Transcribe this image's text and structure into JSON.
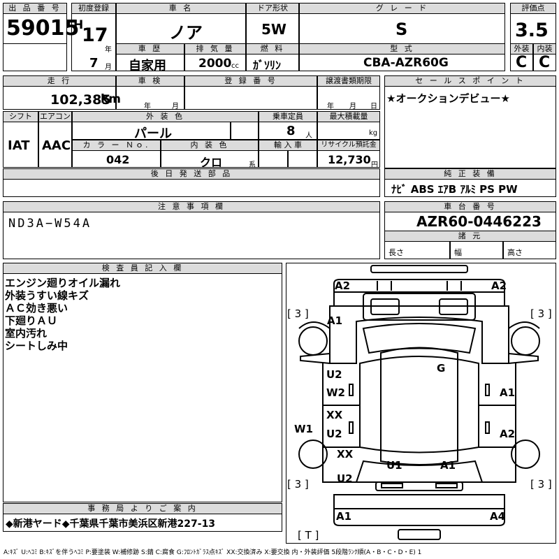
{
  "headers": {
    "lot_no": "出 品 番 号",
    "first_reg": "初度登録",
    "car_name": "車 名",
    "door": "ドア形状",
    "grade": "グ レ ー ド",
    "score": "評価点",
    "history": "車 歴",
    "displacement": "排 気 量",
    "fuel": "燃 料",
    "model": "型 式",
    "exterior": "外装",
    "interior": "内装",
    "mileage": "走 行",
    "inspection": "車 検",
    "reg_no": "登 録 番 号",
    "transfer_deadline": "譲渡書類期限",
    "shift": "シフト",
    "aircon": "エアコン",
    "ext_color": "外 装 色",
    "capacity": "乗車定員",
    "max_load": "最大積載量",
    "color_no": "カ ラ ー Ｎｏ.",
    "int_color": "内 装 色",
    "import": "輸 入 車",
    "recycle": "リサイクル預託金",
    "later_parts": "後 日 発 送 部 品",
    "sales_point": "セ ー ル ス ポ イ ン ト",
    "genuine_equipment": "純 正 装 備",
    "caution": "注 意 事 項 欄",
    "chassis_no": "車 台 番 号",
    "specs": "諸 元",
    "inspector_notes": "検 査 員 記 入 欄",
    "office_guide": "事 務 局 よ り ご 案 内"
  },
  "vehicle": {
    "lot_no": "59015",
    "era": "H",
    "year": "17",
    "year_unit": "年",
    "month": "7",
    "month_unit": "月",
    "car_name": "ノア",
    "door": "5W",
    "grade": "S",
    "score": "3.5",
    "history": "自家用",
    "displacement": "2000",
    "displacement_unit": "cc",
    "fuel": "ｶﾞｿﾘﾝ",
    "model": "CBA-AZR60G",
    "exterior_grade": "C",
    "interior_grade": "C",
    "mileage": "102,385",
    "mileage_unit": "km",
    "inspection_year_unit": "年",
    "inspection_month_unit": "月",
    "deadline_year_unit": "年",
    "deadline_month_unit": "月",
    "deadline_day_unit": "日",
    "shift": "IAT",
    "aircon": "AAC",
    "ext_color": "パール",
    "capacity": "8",
    "capacity_unit": "人",
    "max_load_unit": "kg",
    "color_no": "042",
    "int_color": "クロ",
    "int_color_suffix": "系",
    "recycle_fee": "12,730",
    "recycle_unit": "円",
    "sales_point": "★オークションデビュー★",
    "genuine_equipment": "ﾅﾋﾞ ABS ｴｱB ｱﾙﾐ PS PW",
    "caution_text": "ND3A−W54A",
    "chassis_no": "AZR60-0446223",
    "length_label": "長さ",
    "width_label": "幅",
    "height_label": "高さ"
  },
  "inspector_notes": [
    "エンジン廻りオイル漏れ",
    "外装うすい線キズ",
    "ＡＣ効き悪い",
    "下廻りＡＵ",
    "室内汚れ",
    "シートしみ中"
  ],
  "office_guide_text": "◆新港ヤード◆千葉県千葉市美浜区新港227-13",
  "damage_marks": {
    "front_left": "A2",
    "front_right": "A2",
    "tire_fl": "[ 3 ]",
    "tire_fr": "[ 3 ]",
    "fender_l": "A1",
    "roof": "G",
    "door_l_u": "U2",
    "door_l_w": "W2",
    "door_r_a": "A1",
    "sill_l": "W1",
    "rdoor_l_xx": "XX",
    "rdoor_l_u": "U2",
    "rdoor_r_a": "A2",
    "quarter_l_xx": "XX",
    "rear_u": "U1",
    "rear_a": "A1",
    "tire_rl": "[ 3 ]",
    "tire_rr": "[ 3 ]",
    "quarter_l_u": "U2",
    "bumper_r_l": "A1",
    "bumper_r_r": "A4",
    "trunk": "[ T ]"
  },
  "legend": "A:ｷｽﾞ  U:ﾍｺﾐ B:ｷｽﾞを伴うﾍｺﾐ P:要塗装 W:補修跡 S:錆 C:腐食 G:ﾌﾛﾝﾄｶﾞﾗｽ点ｷｽﾞ XX:交換済み X:要交換  内・外装評価 5段階ﾗﾝｸ順(A・B・C・D・E) 1"
}
